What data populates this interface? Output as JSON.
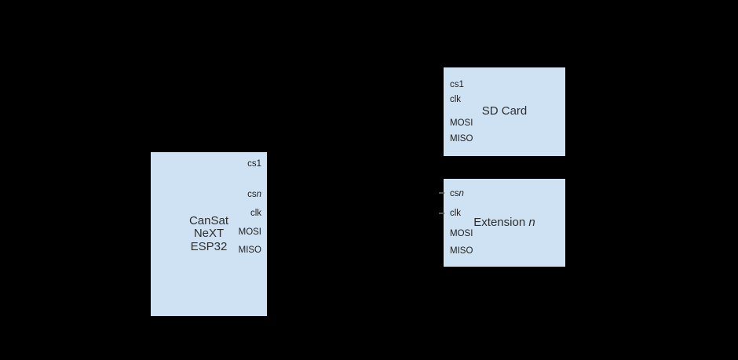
{
  "colors": {
    "background": "#000000",
    "box_fill": "#cfe2f3",
    "text": "#222222"
  },
  "esp32_box": {
    "title_line1": "CanSat",
    "title_line2": "NeXT",
    "title_line3": "ESP32",
    "pin_cs1": "cs1",
    "pin_csn_prefix": "cs",
    "pin_csn_italic": "n",
    "pin_clk": "clk",
    "pin_mosi": "MOSI",
    "pin_miso": "MISO"
  },
  "sd_card_box": {
    "title": "SD Card",
    "pin_cs1": "cs1",
    "pin_clk": "clk",
    "pin_mosi": "MOSI",
    "pin_miso": "MISO"
  },
  "extension_box": {
    "title_prefix": "Extension ",
    "title_italic": "n",
    "pin_csn_prefix": "cs",
    "pin_csn_italic": "n",
    "pin_clk": "clk",
    "pin_mosi": "MOSI",
    "pin_miso": "MISO"
  }
}
